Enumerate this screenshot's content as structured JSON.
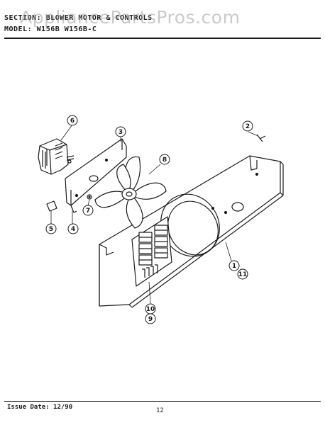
{
  "watermark": "AppliancePartsPros.com",
  "header": {
    "section_label": "SECTION:",
    "section_value": "BLOWER MOTOR & CONTROLS",
    "model_label": "MODEL:",
    "model_value": "W156B  W156B-C"
  },
  "callouts": {
    "c1": "1",
    "c2": "2",
    "c3": "3",
    "c4": "4",
    "c5": "5",
    "c6": "6",
    "c7": "7",
    "c8": "8",
    "c9": "9",
    "c10": "10",
    "c11": "11"
  },
  "footer": {
    "issue_date": "Issue Date: 12/90",
    "page_number": "12"
  }
}
